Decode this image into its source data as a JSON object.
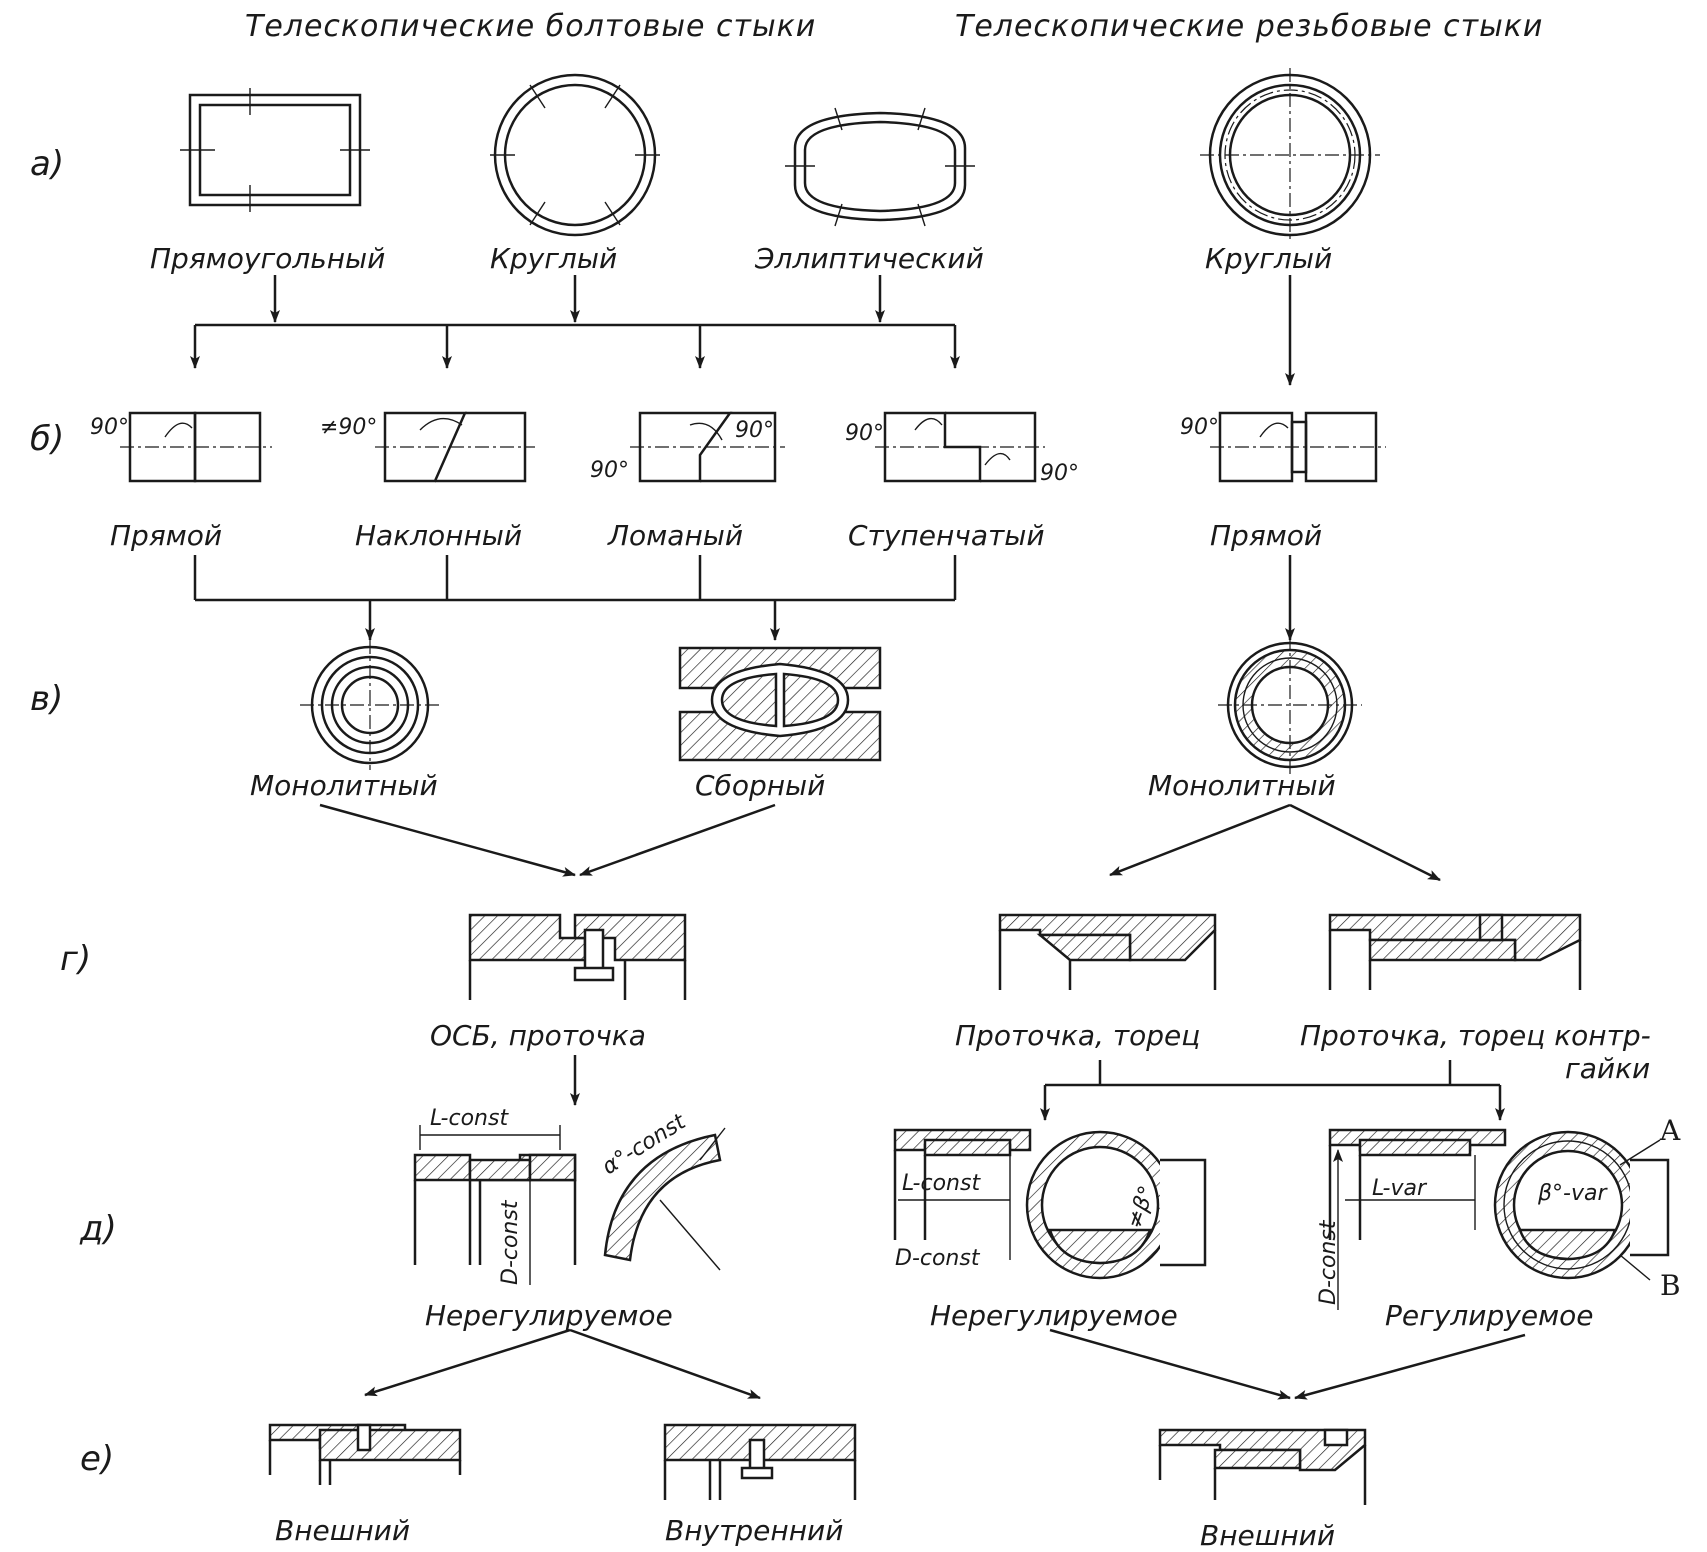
{
  "headers": {
    "bolted": "Телескопические болтовые стыки",
    "threaded": "Телескопические резьбовые стыки"
  },
  "rows": {
    "a": "а)",
    "b": "б)",
    "v": "в)",
    "g": "г)",
    "d": "д)",
    "e": "е)"
  },
  "row_a": {
    "rect": "Прямоугольный",
    "round": "Круглый",
    "elliptic": "Эллиптический",
    "round2": "Круглый"
  },
  "row_b": {
    "straight": "Прямой",
    "inclined": "Наклонный",
    "broken": "Ломаный",
    "stepped": "Ступенчатый",
    "straight2": "Прямой"
  },
  "row_v": {
    "monolithic": "Монолитный",
    "assembled": "Сборный",
    "monolithic2": "Монолитный"
  },
  "row_g": {
    "osb": "ОСБ, проточка",
    "groove_end": "Проточка, торец",
    "groove_end_lock": "Проточка, торец контр-",
    "lock_cont": "гайки"
  },
  "row_d": {
    "unreg": "Нерегулируемое",
    "unreg2": "Нерегулируемое",
    "reg": "Регулируемое"
  },
  "row_e": {
    "external": "Внешний",
    "internal": "Внутренний",
    "external2": "Внешний"
  },
  "annotations": {
    "deg90": "90°",
    "not90": "≠90°",
    "l_const": "L-const",
    "d_const": "D-const",
    "alpha_const": "α°-const",
    "not_beta": "≠β°",
    "l_var": "L-var",
    "beta_var": "β°-var",
    "point_a": "A",
    "point_b": "B"
  }
}
